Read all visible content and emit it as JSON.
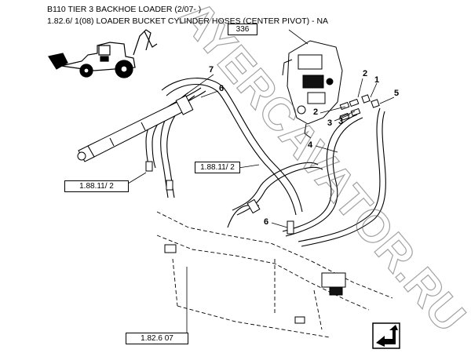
{
  "header": {
    "line1": "B110 TIER 3 BACKHOE LOADER (2/07- )",
    "line2": "1.82.6/ 1(08) LOADER BUCKET CYLINDER HOSES (CENTER PIVOT) - NA"
  },
  "refs": {
    "r336": "336",
    "r1": "1.88.11/ 2",
    "r2": "1.88.11/ 2",
    "r3": "1.82.6 07"
  },
  "callouts": {
    "c7": "7",
    "c6a": "6",
    "c2": "2",
    "c1": "1",
    "c5": "5",
    "c2b": "2",
    "c3": "3",
    "c3b": "3",
    "c4": "4",
    "c6b": "6"
  },
  "watermark": "AYERCAVATOR.RU",
  "icons": {
    "nav": "next-page-arrow-icon",
    "thumbnail": "backhoe-loader-icon"
  }
}
